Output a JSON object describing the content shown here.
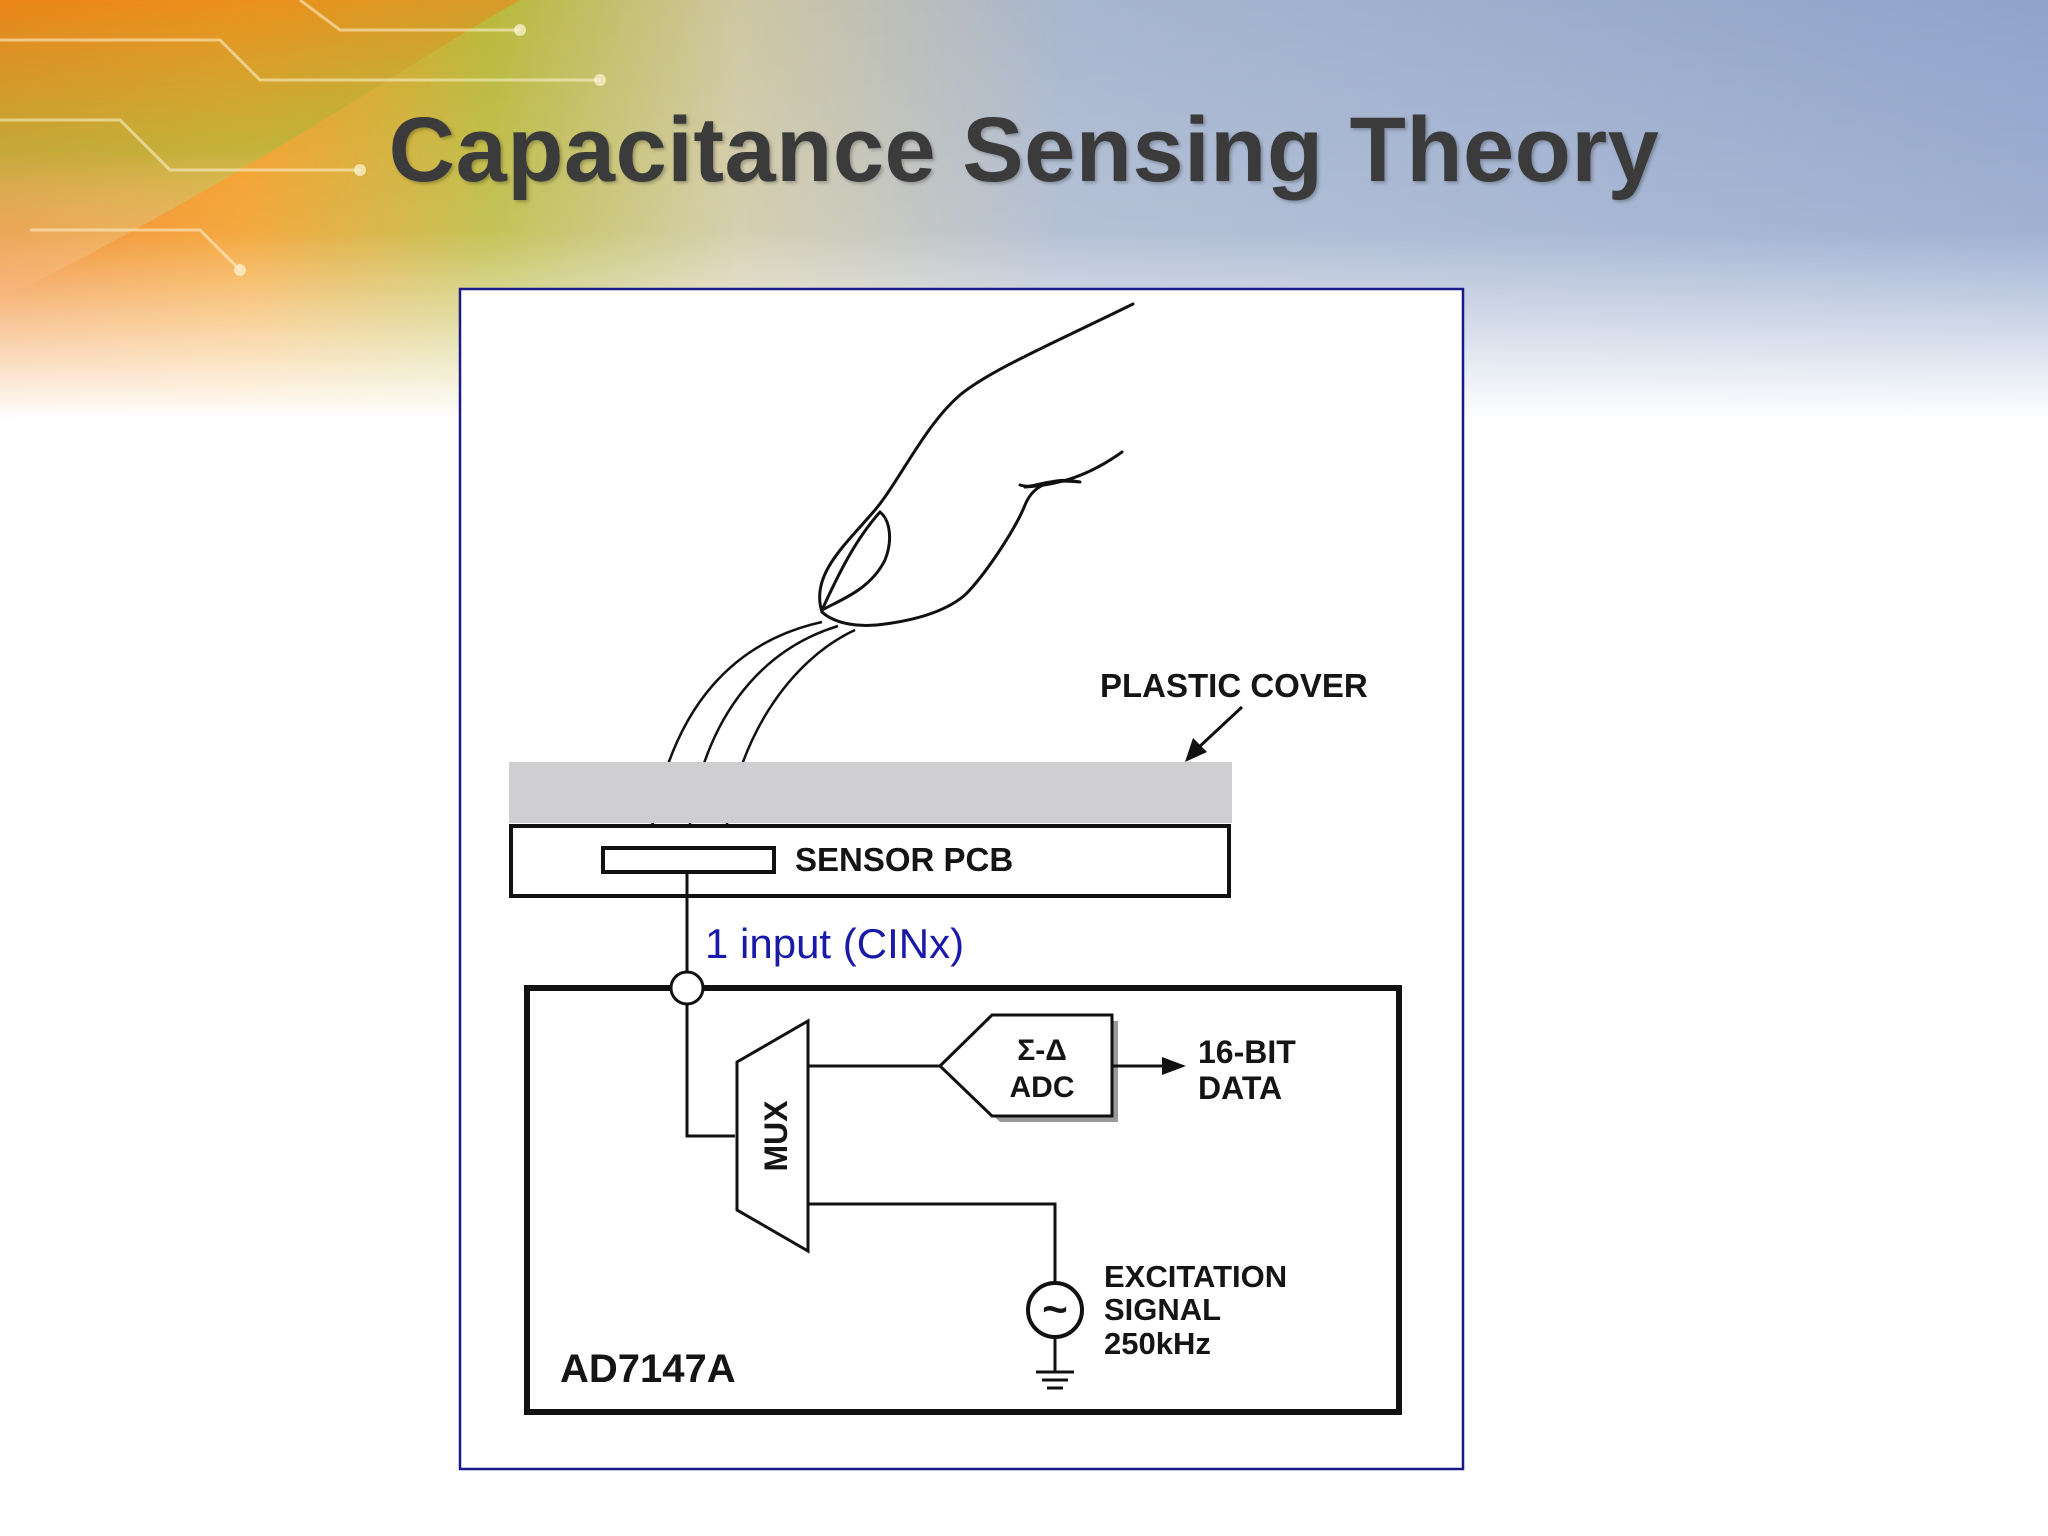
{
  "slide": {
    "title": "Capacitance Sensing Theory"
  },
  "diagram": {
    "plastic_cover_label": "PLASTIC COVER",
    "sensor_pcb_label": "SENSOR PCB",
    "input_label": "1 input (CINx)",
    "mux_label": "MUX",
    "adc_label_line1": "Σ-Δ",
    "adc_label_line2": "ADC",
    "output_label_line1": "16-BIT",
    "output_label_line2": "DATA",
    "excitation_label_line1": "EXCITATION",
    "excitation_label_line2": "SIGNAL",
    "excitation_label_line3": "250kHz",
    "excitation_symbol": "~",
    "chip_label": "AD7147A"
  },
  "colors": {
    "frame_border": "#1a1a8a",
    "plastic_cover": "#cfcfd2",
    "input_label": "#1a1aa8",
    "title": "#3b3b3b"
  }
}
